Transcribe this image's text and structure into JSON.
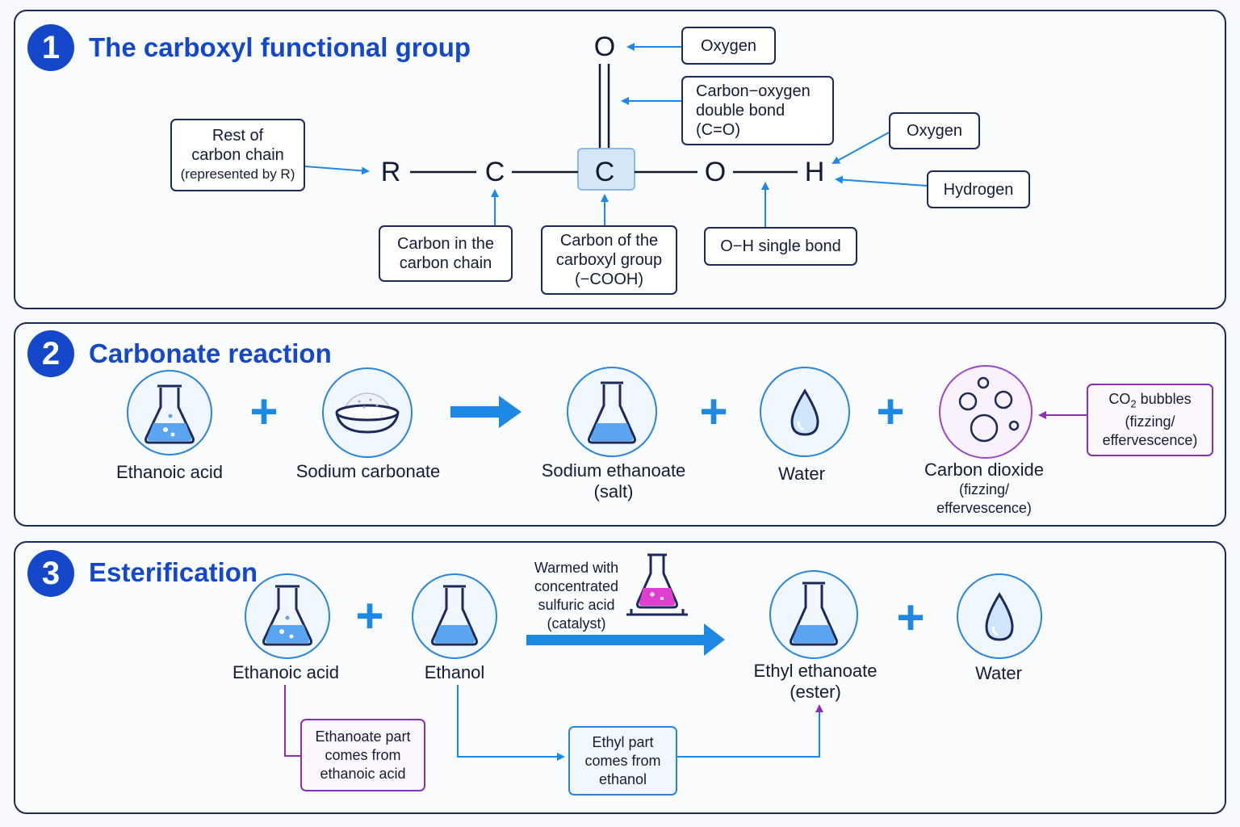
{
  "colors": {
    "heading": "#1447c9",
    "panel_border": "#1b2a5a",
    "arrow_blue": "#1e88e5",
    "purple": "#8a2fb8",
    "liquid_blue": "#5aa4f0",
    "catalyst_pink": "#e040d0"
  },
  "section1": {
    "number": "1",
    "title": "The carboxyl functional group",
    "atoms": {
      "r": "R",
      "c1": "C",
      "c2": "C",
      "o_double": "O",
      "o_single": "O",
      "h": "H"
    },
    "labels": {
      "rest_of_chain": [
        "Rest of",
        "carbon chain",
        "(represented by R)"
      ],
      "carbon_in_chain": [
        "Carbon in the",
        "carbon chain"
      ],
      "carbon_of_carboxyl": [
        "Carbon of the",
        "carboxyl group",
        "(−COOH)"
      ],
      "oh_bond": "O−H single bond",
      "oxygen_top": "Oxygen",
      "double_bond": [
        "Carbon−oxygen",
        "double bond",
        "(C=O)"
      ],
      "oxygen_right": "Oxygen",
      "hydrogen": "Hydrogen"
    }
  },
  "section2": {
    "number": "2",
    "title": "Carbonate reaction",
    "items": {
      "ethanoic_acid": "Ethanoic acid",
      "sodium_carbonate": "Sodium carbonate",
      "sodium_ethanoate": "Sodium ethanoate",
      "sodium_ethanoate_sub": "(salt)",
      "water": "Water",
      "carbon_dioxide": "Carbon dioxide",
      "carbon_dioxide_sub1": "(fizzing/",
      "carbon_dioxide_sub2": "effervescence)"
    },
    "plus": "+",
    "bubbles_note": {
      "co": "CO",
      "sub": "2",
      "rest": " bubbles",
      "line2": "(fizzing/",
      "line3": "effervescence)"
    }
  },
  "section3": {
    "number": "3",
    "title": "Esterification",
    "items": {
      "ethanoic_acid": "Ethanoic acid",
      "ethanol": "Ethanol",
      "ethyl_ethanoate": "Ethyl ethanoate",
      "ethyl_ethanoate_sub": "(ester)",
      "water": "Water"
    },
    "plus": "+",
    "catalyst": [
      "Warmed with",
      "concentrated",
      "sulfuric acid",
      "(catalyst)"
    ],
    "notes": {
      "ethanoate_part": [
        "Ethanoate part",
        "comes from",
        "ethanoic acid"
      ],
      "ethyl_part": [
        "Ethyl part",
        "comes from",
        "ethanol"
      ]
    }
  }
}
